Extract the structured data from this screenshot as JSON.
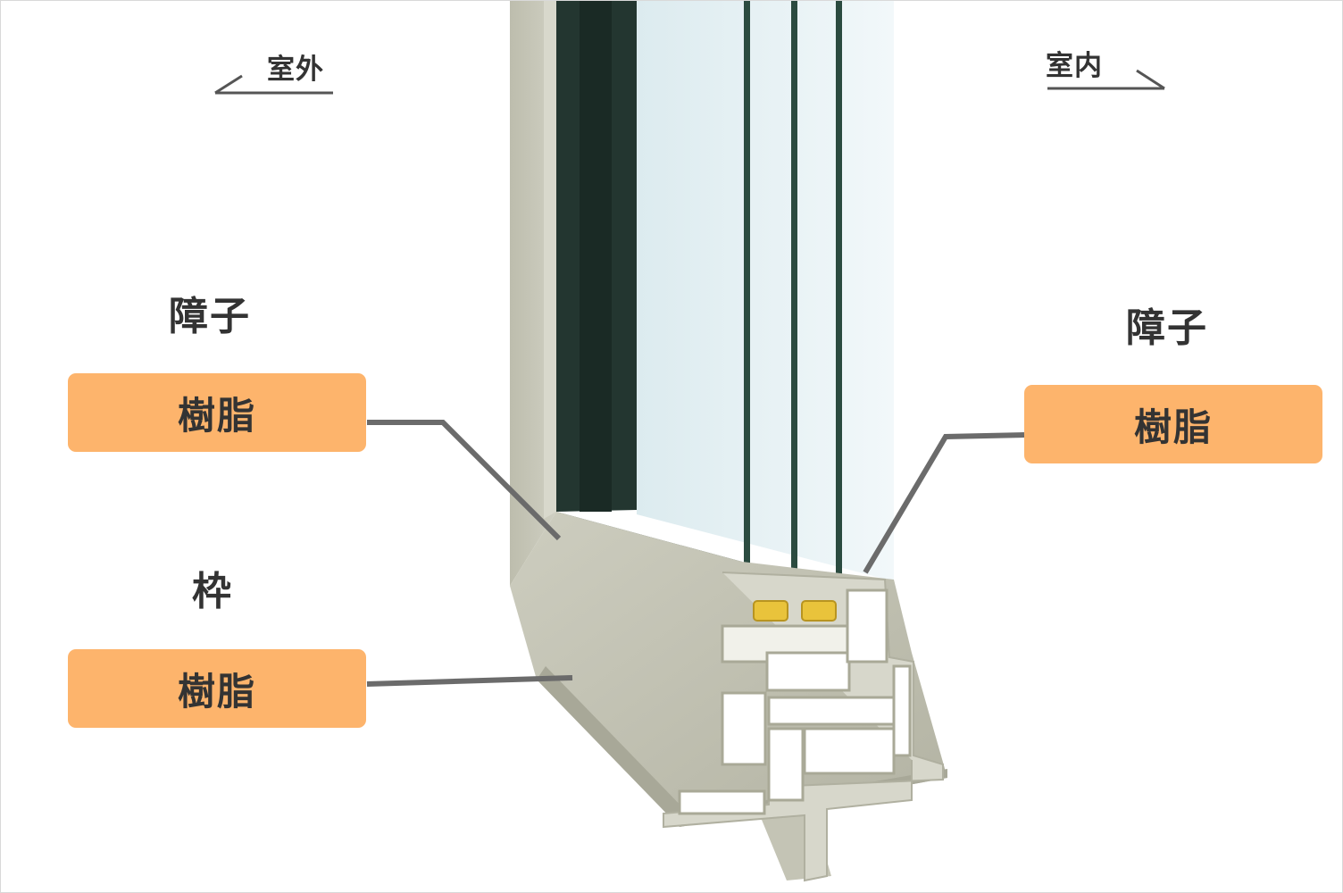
{
  "outside_label": "室外",
  "inside_label": "室内",
  "callouts": {
    "left_sash": {
      "part": "障子",
      "material": "樹脂"
    },
    "left_frame": {
      "part": "枠",
      "material": "樹脂"
    },
    "right_sash": {
      "part": "障子",
      "material": "樹脂"
    }
  },
  "colors": {
    "box_fill": "#fdb46c",
    "label_text": "#333333",
    "leader_line": "#6b6b6b",
    "frame": "#c6c6b8",
    "gasket": "#233630",
    "glass": "#e9f4f6",
    "spacer": "#e9c33b"
  }
}
